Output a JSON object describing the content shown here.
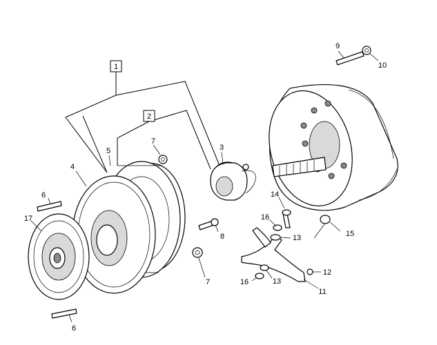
{
  "callouts": {
    "c1": "1",
    "c2": "2",
    "c3": "3",
    "c4": "4",
    "c5": "5",
    "c6a": "6",
    "c6b": "6",
    "c7a": "7",
    "c7b": "7",
    "c8": "8",
    "c9": "9",
    "c10": "10",
    "c11": "11",
    "c12": "12",
    "c13a": "13",
    "c13b": "13",
    "c14": "14",
    "c15": "15",
    "c16a": "16",
    "c16b": "16",
    "c17": "17"
  }
}
